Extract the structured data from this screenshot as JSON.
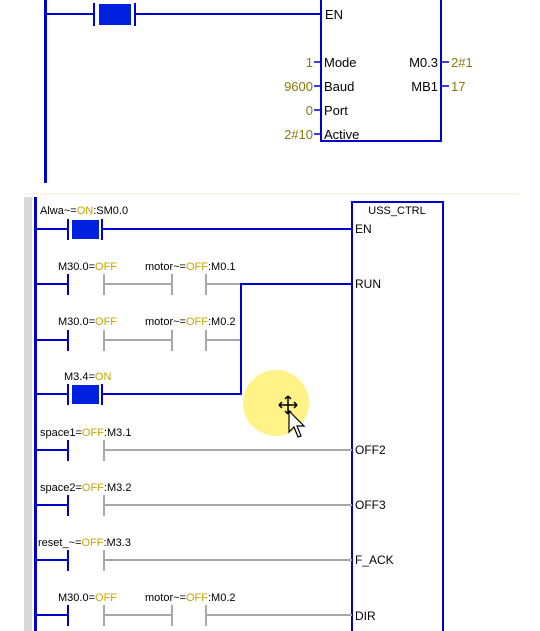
{
  "top_block": {
    "en": "EN",
    "inputs": [
      {
        "value": "1",
        "pin": "Mode"
      },
      {
        "value": "9600",
        "pin": "Baud"
      },
      {
        "value": "0",
        "pin": "Port"
      },
      {
        "value": "2#10",
        "pin": "Active"
      }
    ],
    "outputs": [
      {
        "pin": "M0.3",
        "value": "2#1"
      },
      {
        "pin": "MB1",
        "value": "17"
      }
    ]
  },
  "network": {
    "block_title": "USS_CTRL",
    "contacts": [
      {
        "name": "Alwa~",
        "eq": "=",
        "state": "ON",
        "addr": ":SM0.0"
      },
      {
        "name": "M30.0",
        "eq": "=",
        "state": "OFF",
        "addr": ""
      },
      {
        "name": "motor~",
        "eq": "=",
        "state": "OFF",
        "addr": ":M0.1"
      },
      {
        "name": "M30.0",
        "eq": "=",
        "state": "OFF",
        "addr": ""
      },
      {
        "name": "motor~",
        "eq": "=",
        "state": "OFF",
        "addr": ":M0.2"
      },
      {
        "name": "M3.4",
        "eq": "=",
        "state": "ON",
        "addr": ""
      },
      {
        "name": "space1",
        "eq": "=",
        "state": "OFF",
        "addr": ":M3.1"
      },
      {
        "name": "space2",
        "eq": "=",
        "state": "OFF",
        "addr": ":M3.2"
      },
      {
        "name": "reset_~",
        "eq": "=",
        "state": "OFF",
        "addr": ":M3.3"
      },
      {
        "name": "M30.0",
        "eq": "=",
        "state": "OFF",
        "addr": ""
      },
      {
        "name": "motor~",
        "eq": "=",
        "state": "OFF",
        "addr": ":M0.2"
      }
    ],
    "pins": [
      "EN",
      "RUN",
      "OFF2",
      "OFF3",
      "F_ACK",
      "DIR"
    ]
  },
  "colors": {
    "wire_active": "#0000cc",
    "wire_inactive": "#a8a8a8",
    "contact_on_fill": "#0020e0",
    "value_text": "#8a7a10",
    "state_text": "#c9a400",
    "highlight": "#fff27a"
  },
  "cursor": {
    "icon": "move-cursor-icon"
  }
}
